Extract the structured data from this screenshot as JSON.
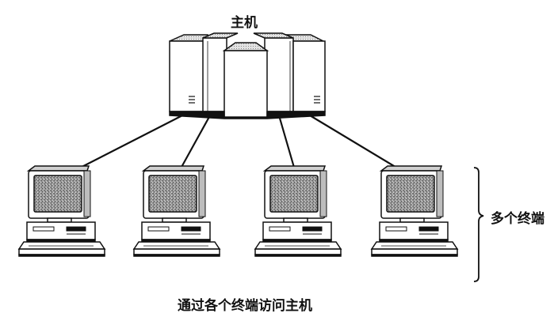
{
  "diagram": {
    "host_label": "主机",
    "terminals_label": "多个终端",
    "caption": "通过各个终端访问主机",
    "terminals": [
      {
        "id": "terminal-1"
      },
      {
        "id": "terminal-2"
      },
      {
        "id": "terminal-3"
      },
      {
        "id": "terminal-4"
      }
    ],
    "colors": {
      "line": "#111111",
      "cabinet_fill": "#ffffff",
      "cabinet_top": "#d9d9d9",
      "screen_fill": "#8f8f8f",
      "base_shadow": "#111111"
    }
  }
}
